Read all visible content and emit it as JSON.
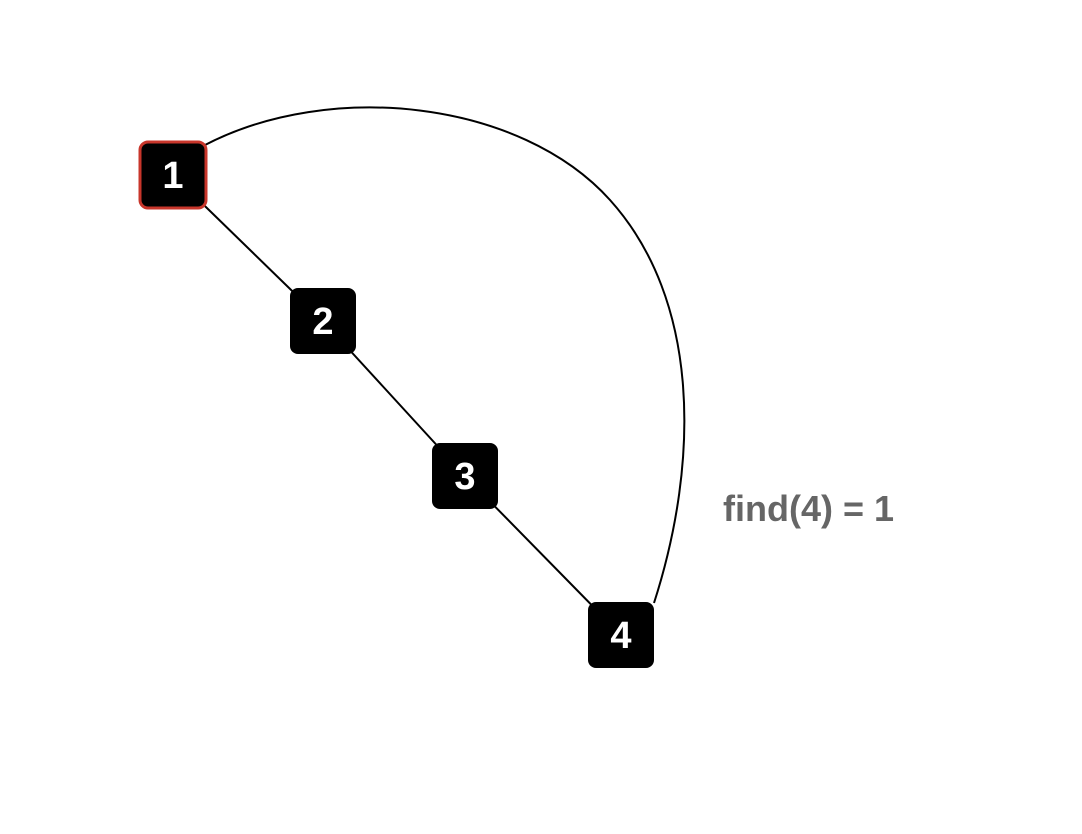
{
  "nodes": [
    {
      "id": "n1",
      "label": "1",
      "highlighted": true
    },
    {
      "id": "n2",
      "label": "2",
      "highlighted": false
    },
    {
      "id": "n3",
      "label": "3",
      "highlighted": false
    },
    {
      "id": "n4",
      "label": "4",
      "highlighted": false
    }
  ],
  "edges": [
    {
      "from": "n1",
      "to": "n2",
      "shape": "straight"
    },
    {
      "from": "n2",
      "to": "n3",
      "shape": "straight"
    },
    {
      "from": "n3",
      "to": "n4",
      "shape": "straight"
    },
    {
      "from": "n4",
      "to": "n1",
      "shape": "curved"
    }
  ],
  "caption": "find(4) = 1",
  "colors": {
    "node_fill": "#000000",
    "node_text": "#ffffff",
    "highlight_border": "#c8362b",
    "edge": "#000000",
    "caption": "#666666"
  }
}
